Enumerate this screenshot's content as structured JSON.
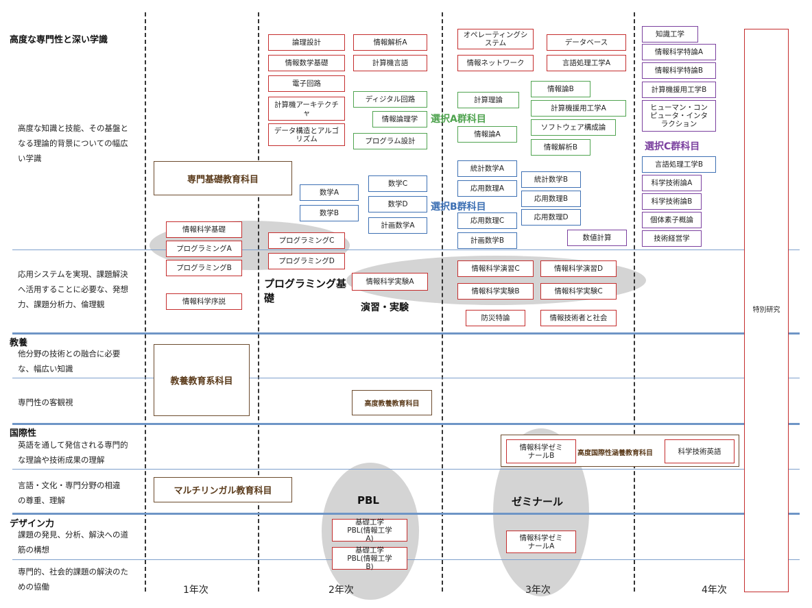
{
  "years": [
    "1年次",
    "2年次",
    "3年次",
    "4年次"
  ],
  "sections": {
    "expertise": "高度な専門性と深い学識",
    "liberal": "教養",
    "intl": "国際性",
    "design": "デザイン力"
  },
  "descriptions": {
    "d1": "高度な知識と技能、その基盤となる理論的背景についての幅広い学識",
    "d2": "応用システムを実現、課題解決へ活用することに必要な、発想力、課題分析力、倫理観",
    "d3": "他分野の技術との融合に必要な、幅広い知識",
    "d4": "専門性の客観視",
    "d5": "英語を通して発信される専門的な理論や技術成果の理解",
    "d6": "言語・文化・専門分野の相違の尊重、理解",
    "d7": "課題の発見、分析、解決への道筋の構想",
    "d8": "専門的、社会的課題の解決のための協働"
  },
  "categories": {
    "basic": "専門基礎教育科目",
    "liberal": "教養教育系科目",
    "advliberal": "高度教養教育科目",
    "multilingual": "マルチリンガル教育科目",
    "advintl": "高度国際性涵養教育科目"
  },
  "group_labels": {
    "a": "選択A群科目",
    "b": "選択B群科目",
    "c": "選択C群科目",
    "prog": "プログラミング基礎",
    "exercise": "演習・実験",
    "pbl": "PBL",
    "seminar": "ゼミナール"
  },
  "courses": {
    "ronri": "論理設計",
    "johokaisekiA": "情報解析A",
    "sugakukiso": "情報数学基礎",
    "keisangengo": "計算機言語",
    "denshi": "電子回路",
    "arch": "計算機アーキテクチャ",
    "digital": "ディジタル回路",
    "ronrigaku": "情報論理学",
    "datastruct": "データ構造とアルゴリズム",
    "progdesign": "プログラム設計",
    "os": "オペレーティングシステム",
    "db": "データベース",
    "network": "情報ネットワーク",
    "gengoA3": "言語処理工学A",
    "johoronB": "情報論B",
    "keisanriron": "計算理論",
    "enyoA": "計算機援用工学A",
    "software": "ソフトウェア構成論",
    "johoronA": "情報論A",
    "johokaisekiB": "情報解析B",
    "chishiki": "知識工学",
    "tokuronA": "情報科学特論A",
    "tokuronB": "情報科学特論B",
    "enyoB": "計算機援用工学B",
    "hci": "ヒューマン・コンピュータ・インタラクション",
    "gengoB": "言語処理工学B",
    "gijutsuronA": "科学技術論A",
    "gijutsuronB": "科学技術論B",
    "kotai": "個体素子概論",
    "keiei": "技術経営学",
    "sugakuA": "数学A",
    "sugakuB": "数学B",
    "sugakuC": "数学C",
    "sugakuD": "数学D",
    "keikakuA": "計画数学A",
    "tokeiA": "統計数学A",
    "oyoA": "応用数理A",
    "oyoC": "応用数理C",
    "keikakuB": "計画数学B",
    "tokeiB": "統計数学B",
    "oyoB": "応用数理B",
    "oyoD": "応用数理D",
    "suchi": "数値計算",
    "kagakukiso": "情報科学基礎",
    "progA": "プログラミングA",
    "progB": "プログラミングB",
    "progC": "プログラミングC",
    "progD": "プログラミングD",
    "josetsu": "情報科学序説",
    "jikkenA": "情報科学実験A",
    "enshuC": "情報科学演習C",
    "enshuD": "情報科学演習D",
    "jikkenB": "情報科学実験B",
    "jikkenC": "情報科学実験C",
    "bosai": "防災特論",
    "shakai": "情報技術者と社会",
    "zemiB": "情報科学ゼミナールB",
    "eigo": "科学技術英語",
    "pbl1": "基礎工学PBL(情報工学A)",
    "pbl2": "基礎工学PBL(情報工学B)",
    "zemiA": "情報科学ゼミナールA",
    "tokubetsu": "特別研究"
  },
  "colors": {
    "required": "#c42c2c",
    "groupA": "#4fa34f",
    "groupB": "#3c6fb3",
    "groupC": "#7a3f9e",
    "category": "#6b4a2c",
    "divider": "#6e95c6"
  }
}
